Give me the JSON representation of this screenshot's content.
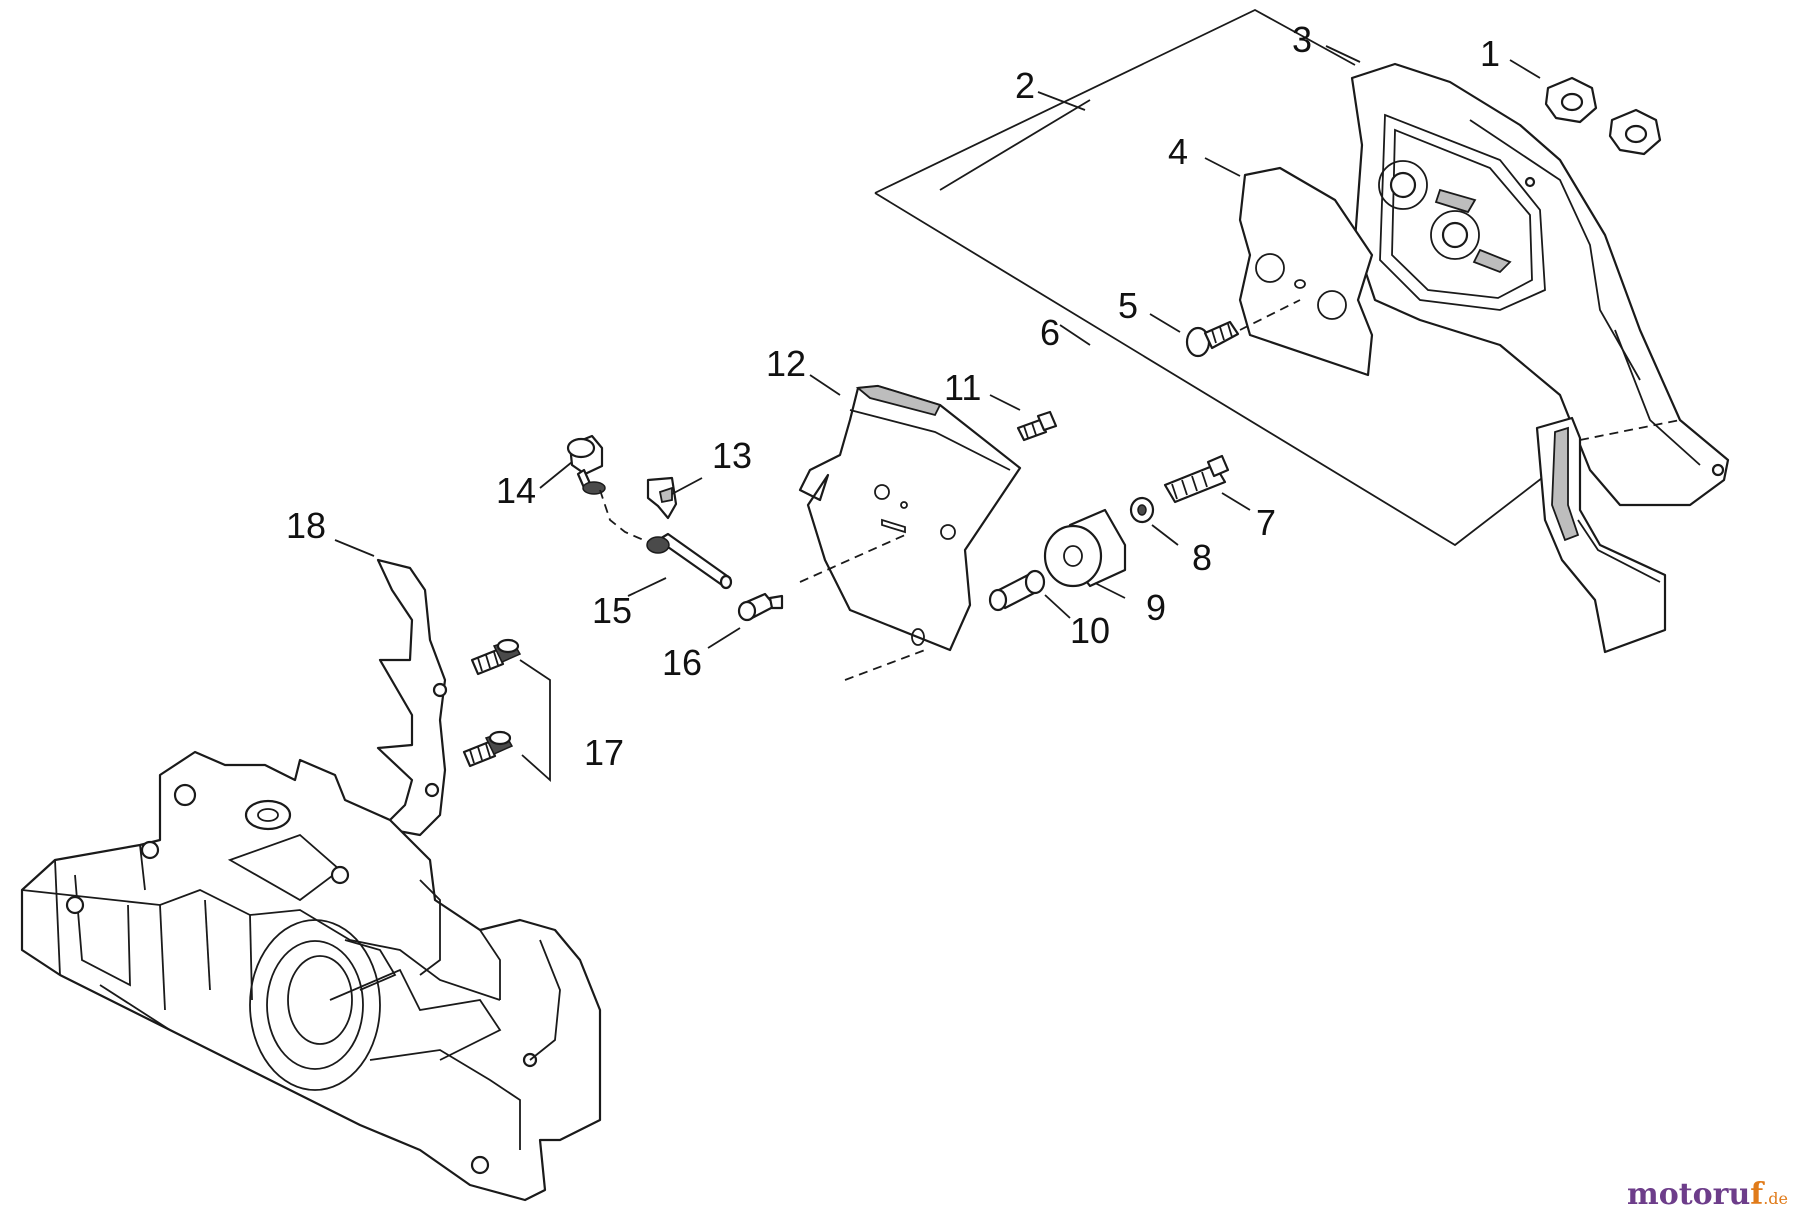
{
  "callouts": [
    "1",
    "2",
    "3",
    "4",
    "5",
    "6",
    "7",
    "8",
    "9",
    "10",
    "11",
    "12",
    "13",
    "14",
    "15",
    "16",
    "17",
    "18"
  ],
  "watermark": {
    "main": "motoru",
    "accent": "f",
    "tld": ".de"
  },
  "colors": {
    "line": "#1a1a1a",
    "shade": "#bdbdbd",
    "watermark_main": "#6d3d8a",
    "watermark_accent": "#e07b1a"
  }
}
